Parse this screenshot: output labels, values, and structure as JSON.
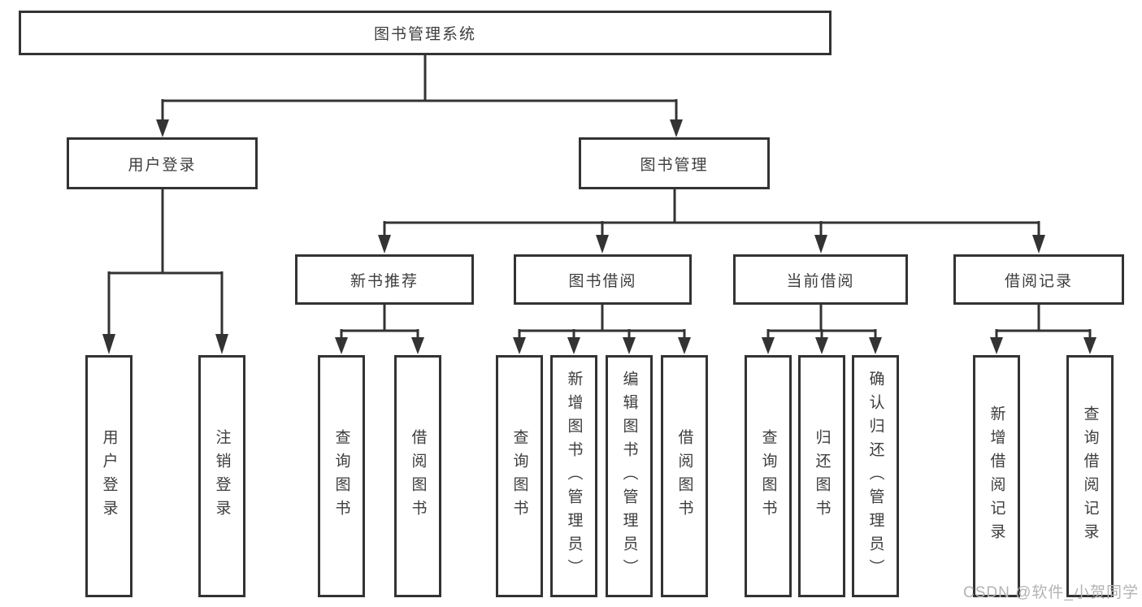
{
  "diagram": {
    "root": "图书管理系统",
    "branches": [
      {
        "label": "用户登录",
        "children": [
          "用户登录",
          "注销登录"
        ]
      },
      {
        "label": "图书管理",
        "children": [
          {
            "label": "新书推荐",
            "children": [
              "查询图书",
              "借阅图书"
            ]
          },
          {
            "label": "图书借阅",
            "children": [
              "查询图书",
              "新增图书（管理员）",
              "编辑图书（管理员）",
              "借阅图书"
            ]
          },
          {
            "label": "当前借阅",
            "children": [
              "查询图书",
              "归还图书",
              "确认归还（管理员）"
            ]
          },
          {
            "label": "借阅记录",
            "children": [
              "新增借阅记录",
              "查询借阅记录"
            ]
          }
        ]
      }
    ]
  },
  "watermark": "CSDN @软件_小贺同学",
  "colors": {
    "line": "#333333",
    "box_border": "#333333",
    "text": "#3d3d3d",
    "watermark": "#b3b3b3",
    "background": "#ffffff"
  }
}
